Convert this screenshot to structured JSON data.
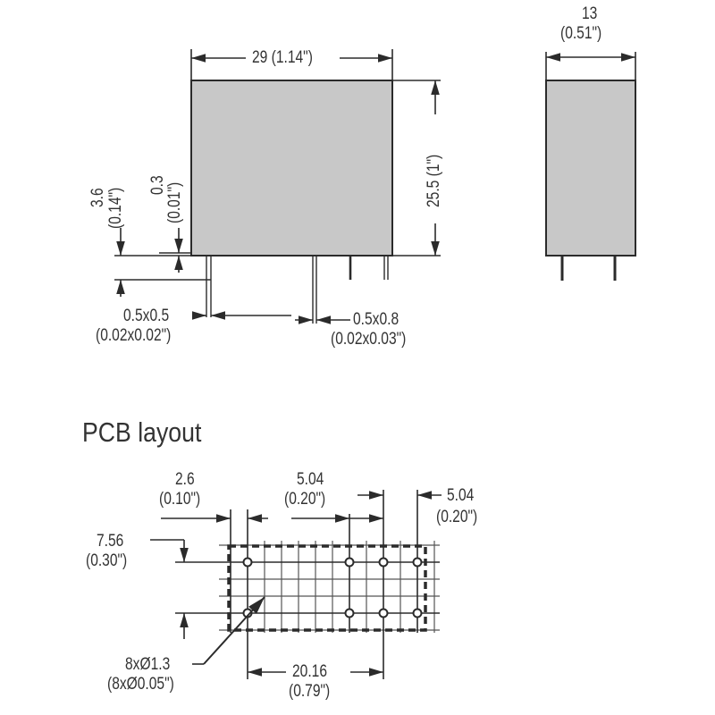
{
  "front_view": {
    "width_label": "29 (1.14\")",
    "height_label": "25.5 (1\")",
    "pin_length_label_mm": "3.6",
    "pin_length_label_in": "(0.14\")",
    "standoff_label_mm": "0.3",
    "standoff_label_in": "(0.01\")",
    "pin_a_size_mm": "0.5x0.5",
    "pin_a_size_in": "(0.02x0.02\")",
    "pin_b_size_mm": "0.5x0.8",
    "pin_b_size_in": "(0.02x0.03\")"
  },
  "side_view": {
    "width_label_mm": "13",
    "width_label_in": "(0.51\")"
  },
  "pcb_layout": {
    "title": "PCB layout",
    "dim_2_6_mm": "2.6",
    "dim_2_6_in": "(0.10\")",
    "dim_5_04_a_mm": "5.04",
    "dim_5_04_a_in": "(0.20\")",
    "dim_5_04_b_mm": "5.04",
    "dim_5_04_b_in": "(0.20\")",
    "dim_7_56_mm": "7.56",
    "dim_7_56_in": "(0.30\")",
    "holes_mm": "8xØ1.3",
    "holes_in": "(8xØ0.05\")",
    "dim_20_16_mm": "20.16",
    "dim_20_16_in": "(0.79\")"
  },
  "colors": {
    "body_fill": "#c8c8c8",
    "line": "#2b2b2b"
  }
}
